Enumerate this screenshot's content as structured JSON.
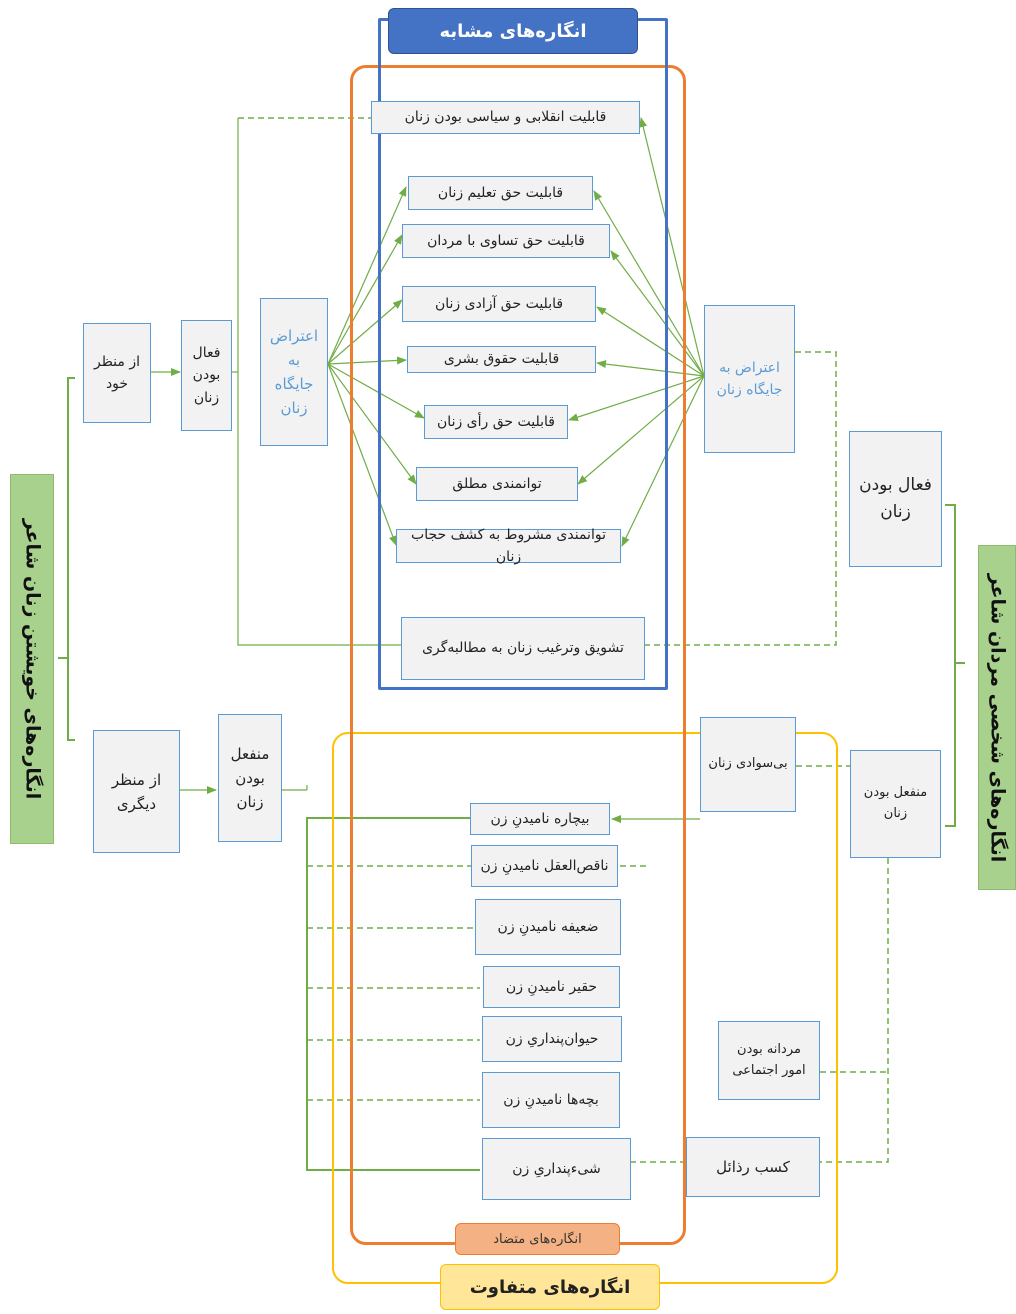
{
  "titles": {
    "similar": "انگاره‌های مشابه",
    "contradictory": "انگاره‌های متضاد",
    "different": "انگاره‌های متفاوت",
    "left": "انگاره‌های خویشتن زنان شاعر",
    "right": "انگاره‌های شخصی مردان شاعر"
  },
  "left": {
    "own_view": "از منظر خود",
    "active": "فعال بودن زنان",
    "objection": "اعتراض به جایگاه زنان",
    "other_view": "از منظر دیگری",
    "passive": "منفعل بودن زنان"
  },
  "right": {
    "objection": "اعتراض به جایگاه زنان",
    "active": "فعال بودن زنان",
    "passive": "منفعل بودن زنان",
    "illiteracy": "بی‌سوادی زنان",
    "masculine": "مردانه بودن امور اجتماعی",
    "vices": "کسب رذائل"
  },
  "middle_items": [
    "قابلیت انقلابی و سیاسی بودن زنان",
    "قابلیت حق تعلیم زنان",
    "قابلیت حق تساوی با مردان",
    "قابلیت حق آزادی زنان",
    "قابلیت حقوق بشری",
    "قابلیت حق رأی زنان",
    "توانمندی مطلق",
    "توانمندی مشروط به کشف حجاب زنان",
    "تشویق وترغیب زنان به مطالبه‌گری"
  ],
  "passive_items": [
    "بیچاره نامیدنِ زن",
    "ناقص‌العقل نامیدنِ زن",
    "ضعیفه نامیدنِ زن",
    "حقیر نامیدنِ زن",
    "حیوان‌پنداریِ زن",
    "بچه‌ها نامیدنِ زن",
    "شیءپنداریِ زن"
  ],
  "colors": {
    "similar_frame": "#4472c4",
    "contradictory_frame": "#ed7d31",
    "different_frame": "#ffc000",
    "connector": "#70ad47",
    "box_border": "#5b9bd5",
    "box_fill": "#f2f2f2"
  }
}
